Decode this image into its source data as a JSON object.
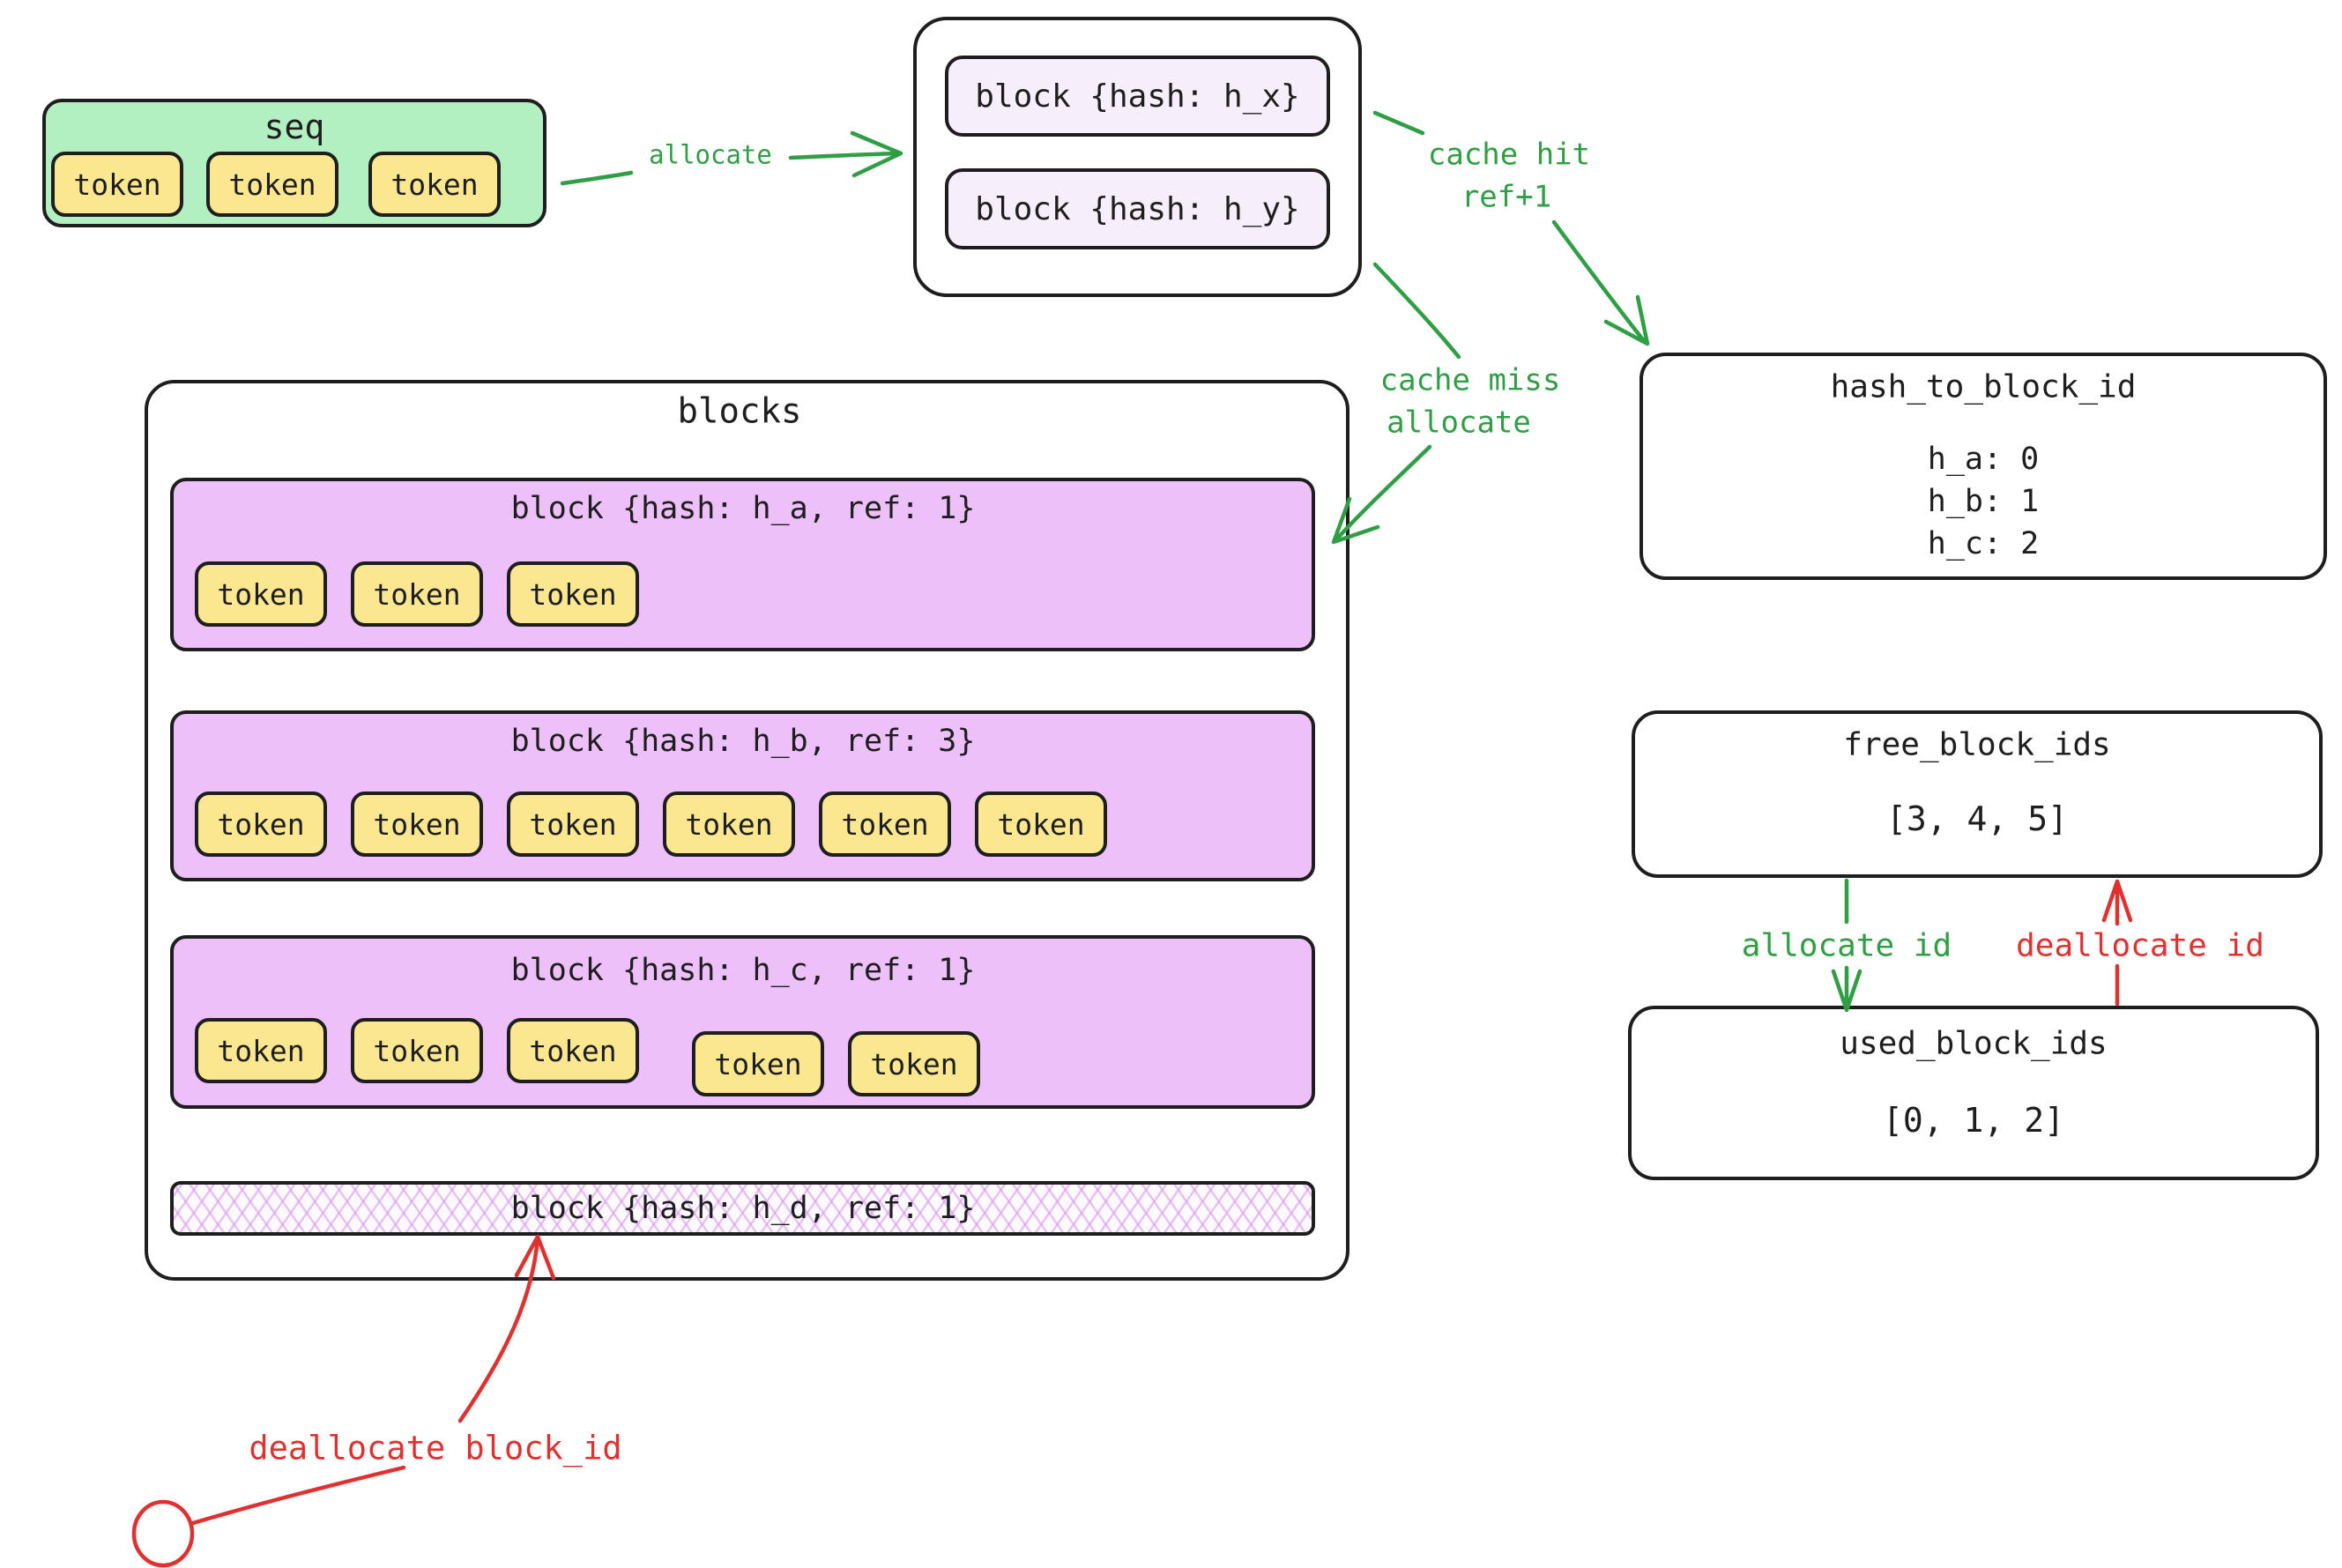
{
  "colors": {
    "stroke": "#1e1e1e",
    "seq_fill": "#b2f0c1",
    "token_fill": "#fae78f",
    "block_fill": "#edc0fa",
    "staged_block_fill": "#f6eefa",
    "accent_green": "#2f9e44",
    "accent_red": "#e03131"
  },
  "seq": {
    "title": "seq",
    "tokens": [
      "token",
      "token",
      "token"
    ]
  },
  "staging": {
    "blocks": [
      "block {hash: h_x}",
      "block {hash: h_y}"
    ]
  },
  "pool": {
    "title": "blocks",
    "rows": [
      {
        "title": "block {hash: h_a, ref: 1}",
        "tokens": [
          "token",
          "token",
          "token"
        ]
      },
      {
        "title": "block {hash: h_b, ref: 3}",
        "tokens": [
          "token",
          "token",
          "token",
          "token",
          "token",
          "token"
        ]
      },
      {
        "title": "block {hash: h_c, ref: 1}",
        "tokens": [
          "token",
          "token",
          "token",
          "token",
          "token"
        ]
      }
    ],
    "freed": {
      "title": "block {hash: h_d, ref: 1}"
    }
  },
  "hash_map": {
    "title": "hash_to_block_id",
    "entries": [
      "h_a: 0",
      "h_b: 1",
      "h_c: 2"
    ]
  },
  "free_ids": {
    "title": "free_block_ids",
    "value": "[3, 4, 5]"
  },
  "used_ids": {
    "title": "used_block_ids",
    "value": "[0, 1, 2]"
  },
  "labels": {
    "allocate": "allocate",
    "cache_hit_line1": "cache hit",
    "cache_hit_line2": "ref+1",
    "cache_miss_line1": "cache miss",
    "cache_miss_line2": "allocate",
    "allocate_id": "allocate id",
    "deallocate_id": "deallocate id",
    "deallocate_block_id": "deallocate block_id"
  }
}
